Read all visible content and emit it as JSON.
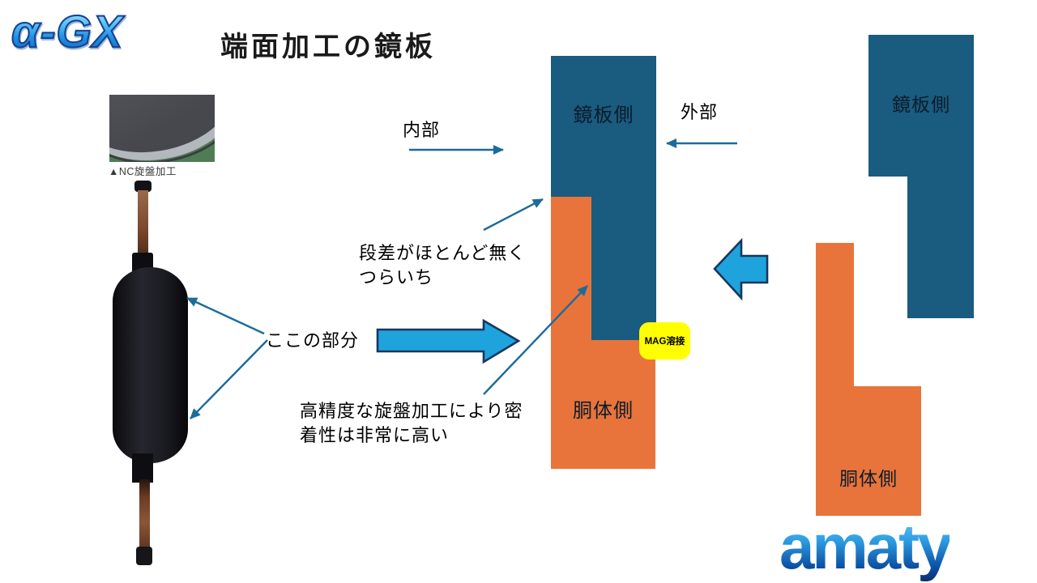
{
  "header": {
    "product_logo": "α-GX",
    "title": "端面加工の鏡板"
  },
  "photos": {
    "nc_caption": "▲NC旋盤加工"
  },
  "annotations": {
    "inner": "内部",
    "outer": "外部",
    "step_note": "段差がほとんど無く\nつらいち",
    "here_note": "ここの部分",
    "precision_note": "高精度な旋盤加工により密\n着性は非常に高い",
    "weld_badge": "MAG溶接"
  },
  "assembled_diagram": {
    "head_plate_label": "鏡板側",
    "shell_label": "胴体側"
  },
  "exploded_diagram": {
    "head_plate_label": "鏡板側",
    "shell_label": "胴体側"
  },
  "footer": {
    "company_logo": "amaty"
  },
  "colors": {
    "head_plate_teal": "#1A5B80",
    "shell_orange": "#E8743B",
    "thin_arrow": "#1C6B9B",
    "block_arrow_fill": "#1FA3DC",
    "block_arrow_border": "#17375E",
    "weld_badge_bg": "#FFFF00",
    "logo_blue": "#1E90E0"
  }
}
